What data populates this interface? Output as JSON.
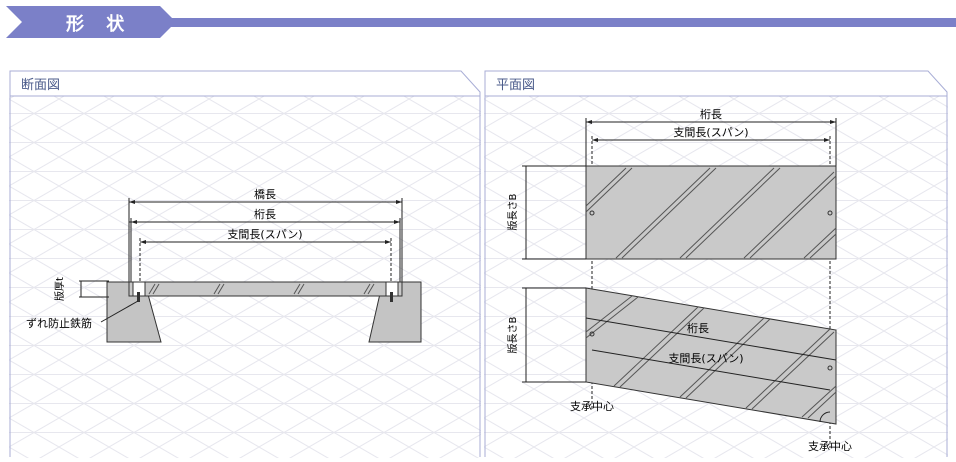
{
  "header": {
    "title": "形 状"
  },
  "left_panel": {
    "title": "断面図",
    "labels": {
      "bridge_length": "橋長",
      "girder_length": "桁長",
      "span_length": "支間長(スパン)",
      "slab_thickness": "版厚t",
      "dowel_bar": "ずれ防止鉄筋"
    }
  },
  "right_panel": {
    "title": "平面図",
    "labels": {
      "girder_length": "桁長",
      "span_length": "支間長(スパン)",
      "slab_width_top": "版長さB",
      "slab_width_bottom": "版長さB",
      "skew_girder_length": "桁長",
      "skew_span_length": "支間長(スパン)",
      "support_center_left": "支承中心",
      "support_center_right": "支承中心"
    }
  },
  "colors": {
    "header_band": "#7b80c8",
    "panel_border": "#a9aed6",
    "slab_fill": "#c9c9c9",
    "abutment_fill": "#c4c4c4"
  }
}
